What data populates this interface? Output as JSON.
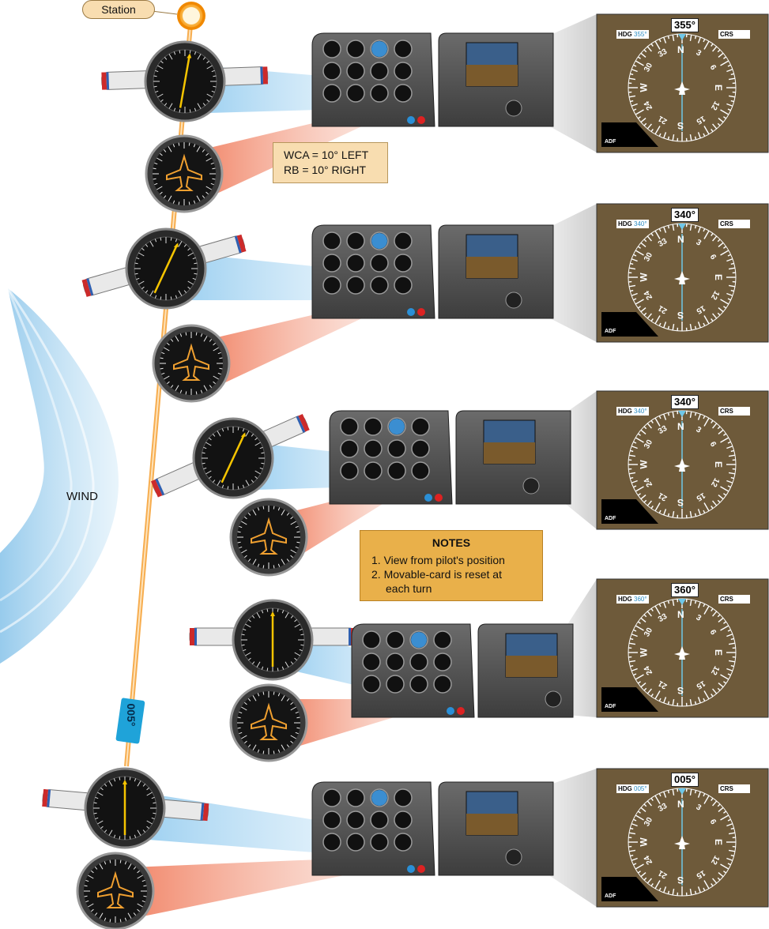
{
  "labels": {
    "station": "Station",
    "wca_line1": "WCA = 10° LEFT",
    "wca_line2": "RB = 10° RIGHT",
    "wind": "WIND",
    "course_tag": "005°"
  },
  "notes": {
    "title": "NOTES",
    "item1": "1. View from pilot's position",
    "item2": "2. Movable-card is reset at",
    "item2b": "each turn"
  },
  "hsi_panels": [
    {
      "heading_display": "355°",
      "hdg_label": "HDG",
      "hdg_value": "355°",
      "crs_label": "CRS",
      "adf_label": "ADF"
    },
    {
      "heading_display": "340°",
      "hdg_label": "HDG",
      "hdg_value": "340°",
      "crs_label": "CRS",
      "adf_label": "ADF"
    },
    {
      "heading_display": "340°",
      "hdg_label": "HDG",
      "hdg_value": "340°",
      "crs_label": "CRS",
      "adf_label": "ADF"
    },
    {
      "heading_display": "360°",
      "hdg_label": "HDG",
      "hdg_value": "360°",
      "crs_label": "CRS",
      "adf_label": "ADF"
    },
    {
      "heading_display": "005°",
      "hdg_label": "HDG",
      "hdg_value": "005°",
      "crs_label": "CRS",
      "adf_label": "ADF"
    }
  ],
  "compass_letters": [
    "N",
    "E",
    "S",
    "W"
  ],
  "compass_numbers": [
    "3",
    "6",
    "12",
    "15",
    "21",
    "24",
    "30",
    "33"
  ],
  "colors": {
    "station": "#f5a623",
    "course_line": "#f7a53c",
    "wind": "#a9d4f0",
    "hsi_bg": "#6e5a3a",
    "notes_bg": "#e9b04a",
    "label_bg": "#f8ddb0",
    "course_tag": "#1fa3d9"
  }
}
